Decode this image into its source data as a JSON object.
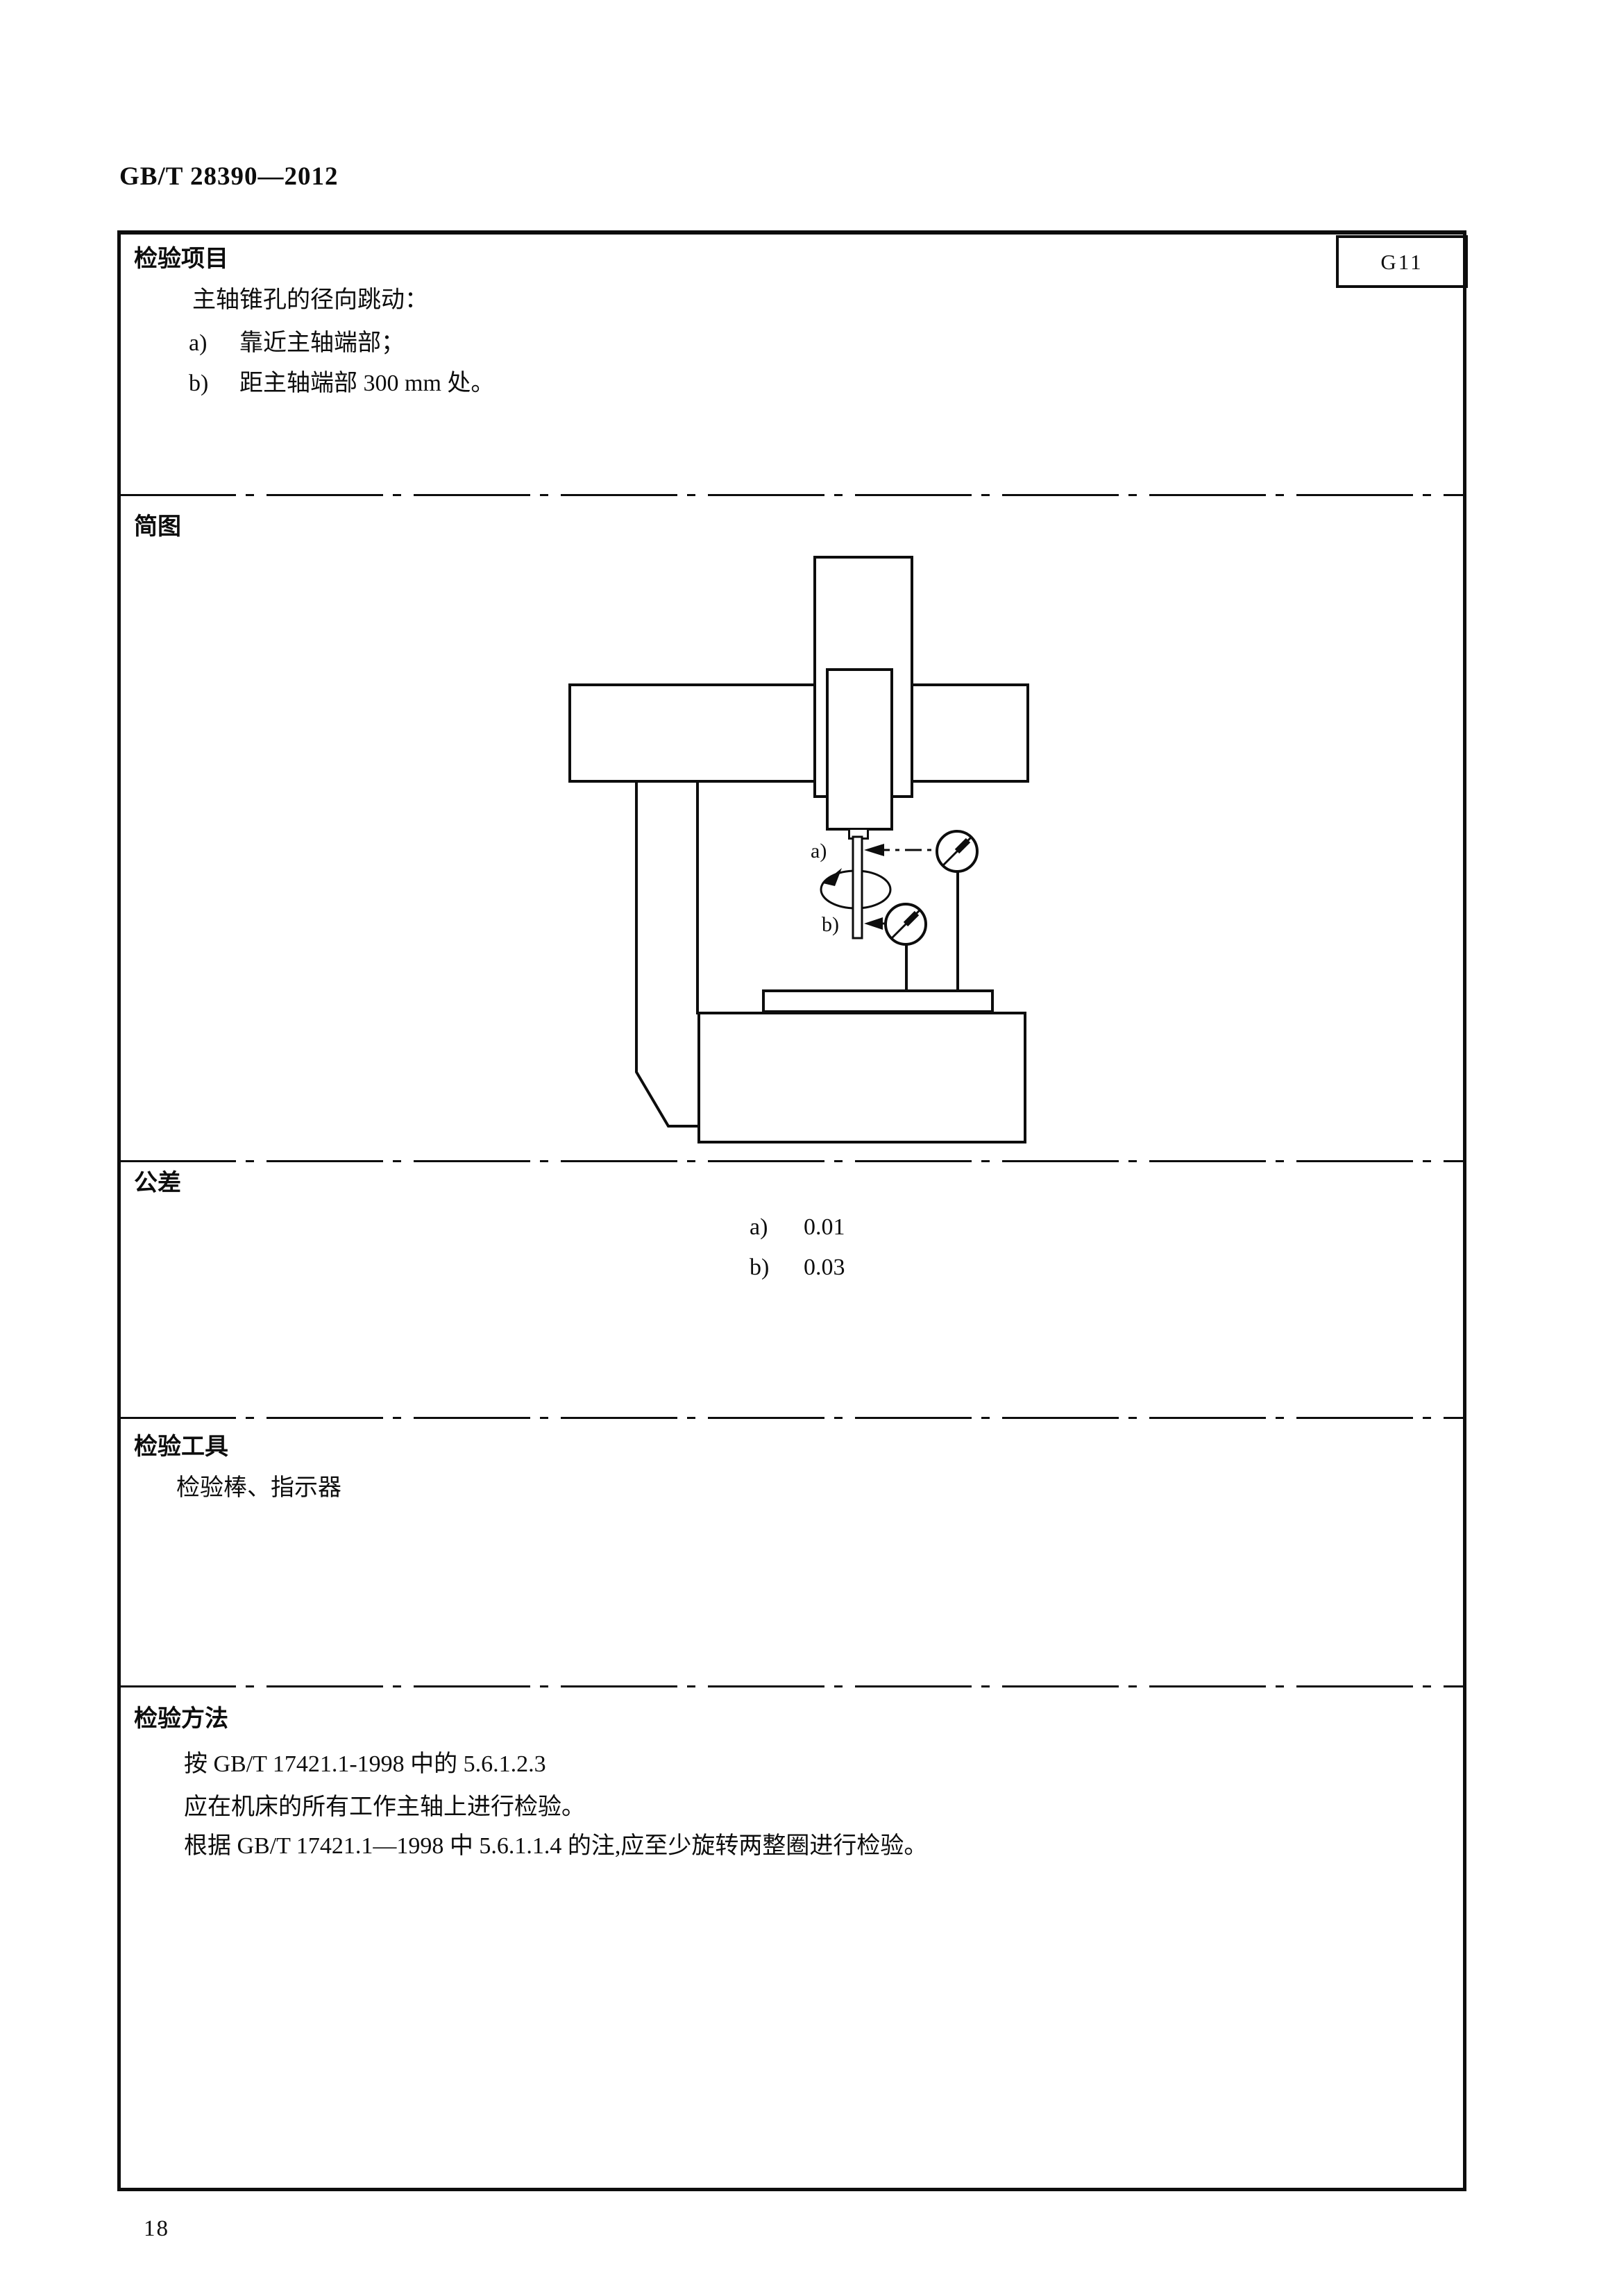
{
  "page": {
    "header_title": "GB/T 28390—2012",
    "page_number": "18"
  },
  "table": {
    "code": "G11"
  },
  "inspection_item": {
    "label": "检验项目",
    "line1": "主轴锥孔的径向跳动：",
    "item_a_marker": "a)",
    "item_a_text": "靠近主轴端部；",
    "item_b_marker": "b)",
    "item_b_text": "距主轴端部 300 mm 处。"
  },
  "diagram": {
    "label": "简图",
    "callout_a": "a)",
    "callout_b": "b)"
  },
  "tolerance": {
    "label": "公差",
    "a_marker": "a)",
    "a_value": "0.01",
    "b_marker": "b)",
    "b_value": "0.03"
  },
  "tools": {
    "label": "检验工具",
    "content": "检验棒、指示器"
  },
  "method": {
    "label": "检验方法",
    "line1": "按 GB/T 17421.1-1998 中的 5.6.1.2.3",
    "line2": "应在机床的所有工作主轴上进行检验。",
    "line3": "根据 GB/T 17421.1—1998 中 5.6.1.1.4 的注,应至少旋转两整圈进行检验。"
  }
}
